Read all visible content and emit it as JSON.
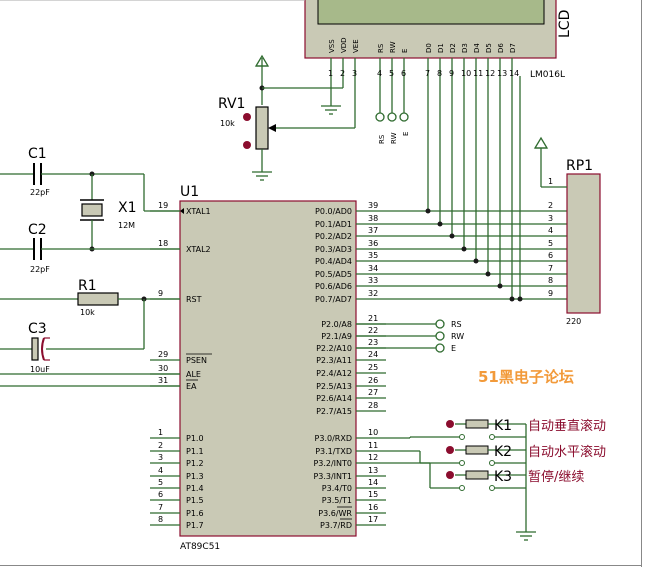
{
  "lcd": {
    "label": "LCD",
    "part": "LM016L",
    "pin_names": [
      "VSS",
      "VDD",
      "VEE",
      "RS",
      "RW",
      "E",
      "D0",
      "D1",
      "D2",
      "D3",
      "D4",
      "D5",
      "D6",
      "D7"
    ],
    "pin_numbers": [
      "1",
      "2",
      "3",
      "4",
      "5",
      "6",
      "7",
      "8",
      "9",
      "10",
      "11",
      "12",
      "13",
      "14"
    ]
  },
  "rv1": {
    "label": "RV1",
    "value": "10k"
  },
  "c1": {
    "label": "C1",
    "value": "22pF"
  },
  "c2": {
    "label": "C2",
    "value": "22pF"
  },
  "c3": {
    "label": "C3",
    "value": "10uF"
  },
  "x1": {
    "label": "X1",
    "value": "12M"
  },
  "r1": {
    "label": "R1",
    "value": "10k"
  },
  "u1": {
    "label": "U1",
    "part": "AT89C51",
    "left_pins": [
      {
        "num": "19",
        "name": "XTAL1"
      },
      {
        "num": "18",
        "name": "XTAL2"
      },
      {
        "num": "9",
        "name": "RST"
      },
      {
        "num": "29",
        "name": "PSEN"
      },
      {
        "num": "30",
        "name": "ALE"
      },
      {
        "num": "31",
        "name": "EA"
      },
      {
        "num": "1",
        "name": "P1.0"
      },
      {
        "num": "2",
        "name": "P1.1"
      },
      {
        "num": "3",
        "name": "P1.2"
      },
      {
        "num": "4",
        "name": "P1.3"
      },
      {
        "num": "5",
        "name": "P1.4"
      },
      {
        "num": "6",
        "name": "P1.5"
      },
      {
        "num": "7",
        "name": "P1.6"
      },
      {
        "num": "8",
        "name": "P1.7"
      }
    ],
    "right_pins": [
      {
        "num": "39",
        "name": "P0.0/AD0"
      },
      {
        "num": "38",
        "name": "P0.1/AD1"
      },
      {
        "num": "37",
        "name": "P0.2/AD2"
      },
      {
        "num": "36",
        "name": "P0.3/AD3"
      },
      {
        "num": "35",
        "name": "P0.4/AD4"
      },
      {
        "num": "34",
        "name": "P0.5/AD5"
      },
      {
        "num": "33",
        "name": "P0.6/AD6"
      },
      {
        "num": "32",
        "name": "P0.7/AD7"
      },
      {
        "num": "21",
        "name": "P2.0/A8"
      },
      {
        "num": "22",
        "name": "P2.1/A9"
      },
      {
        "num": "23",
        "name": "P2.2/A10"
      },
      {
        "num": "24",
        "name": "P2.3/A11"
      },
      {
        "num": "25",
        "name": "P2.4/A12"
      },
      {
        "num": "26",
        "name": "P2.5/A13"
      },
      {
        "num": "27",
        "name": "P2.6/A14"
      },
      {
        "num": "28",
        "name": "P2.7/A15"
      },
      {
        "num": "10",
        "name": "P3.0/RXD"
      },
      {
        "num": "11",
        "name": "P3.1/TXD"
      },
      {
        "num": "12",
        "name": "P3.2/INT0"
      },
      {
        "num": "13",
        "name": "P3.3/INT1"
      },
      {
        "num": "14",
        "name": "P3.4/T0"
      },
      {
        "num": "15",
        "name": "P3.5/T1"
      },
      {
        "num": "16",
        "name": "P3.6/WR"
      },
      {
        "num": "17",
        "name": "P3.7/RD"
      }
    ]
  },
  "rp1": {
    "label": "RP1",
    "value": "220",
    "pins": [
      "1",
      "2",
      "3",
      "4",
      "5",
      "6",
      "7",
      "8",
      "9"
    ]
  },
  "control_labels": [
    "RS",
    "RW",
    "E"
  ],
  "watermark": "51黑电子论坛",
  "switches": [
    {
      "label": "K1",
      "desc": "自动垂直滚动"
    },
    {
      "label": "K2",
      "desc": "自动水平滚动"
    },
    {
      "label": "K3",
      "desc": "暂停/继续"
    }
  ],
  "colors": {
    "wire": "#2f6b2f",
    "component": "#8b0d2e",
    "body_fill": "#c9c9b5",
    "lcd_screen": "#a7b98a",
    "junction": "#1a1a1a",
    "watermark": "#f29a3a",
    "text": "#000000"
  }
}
